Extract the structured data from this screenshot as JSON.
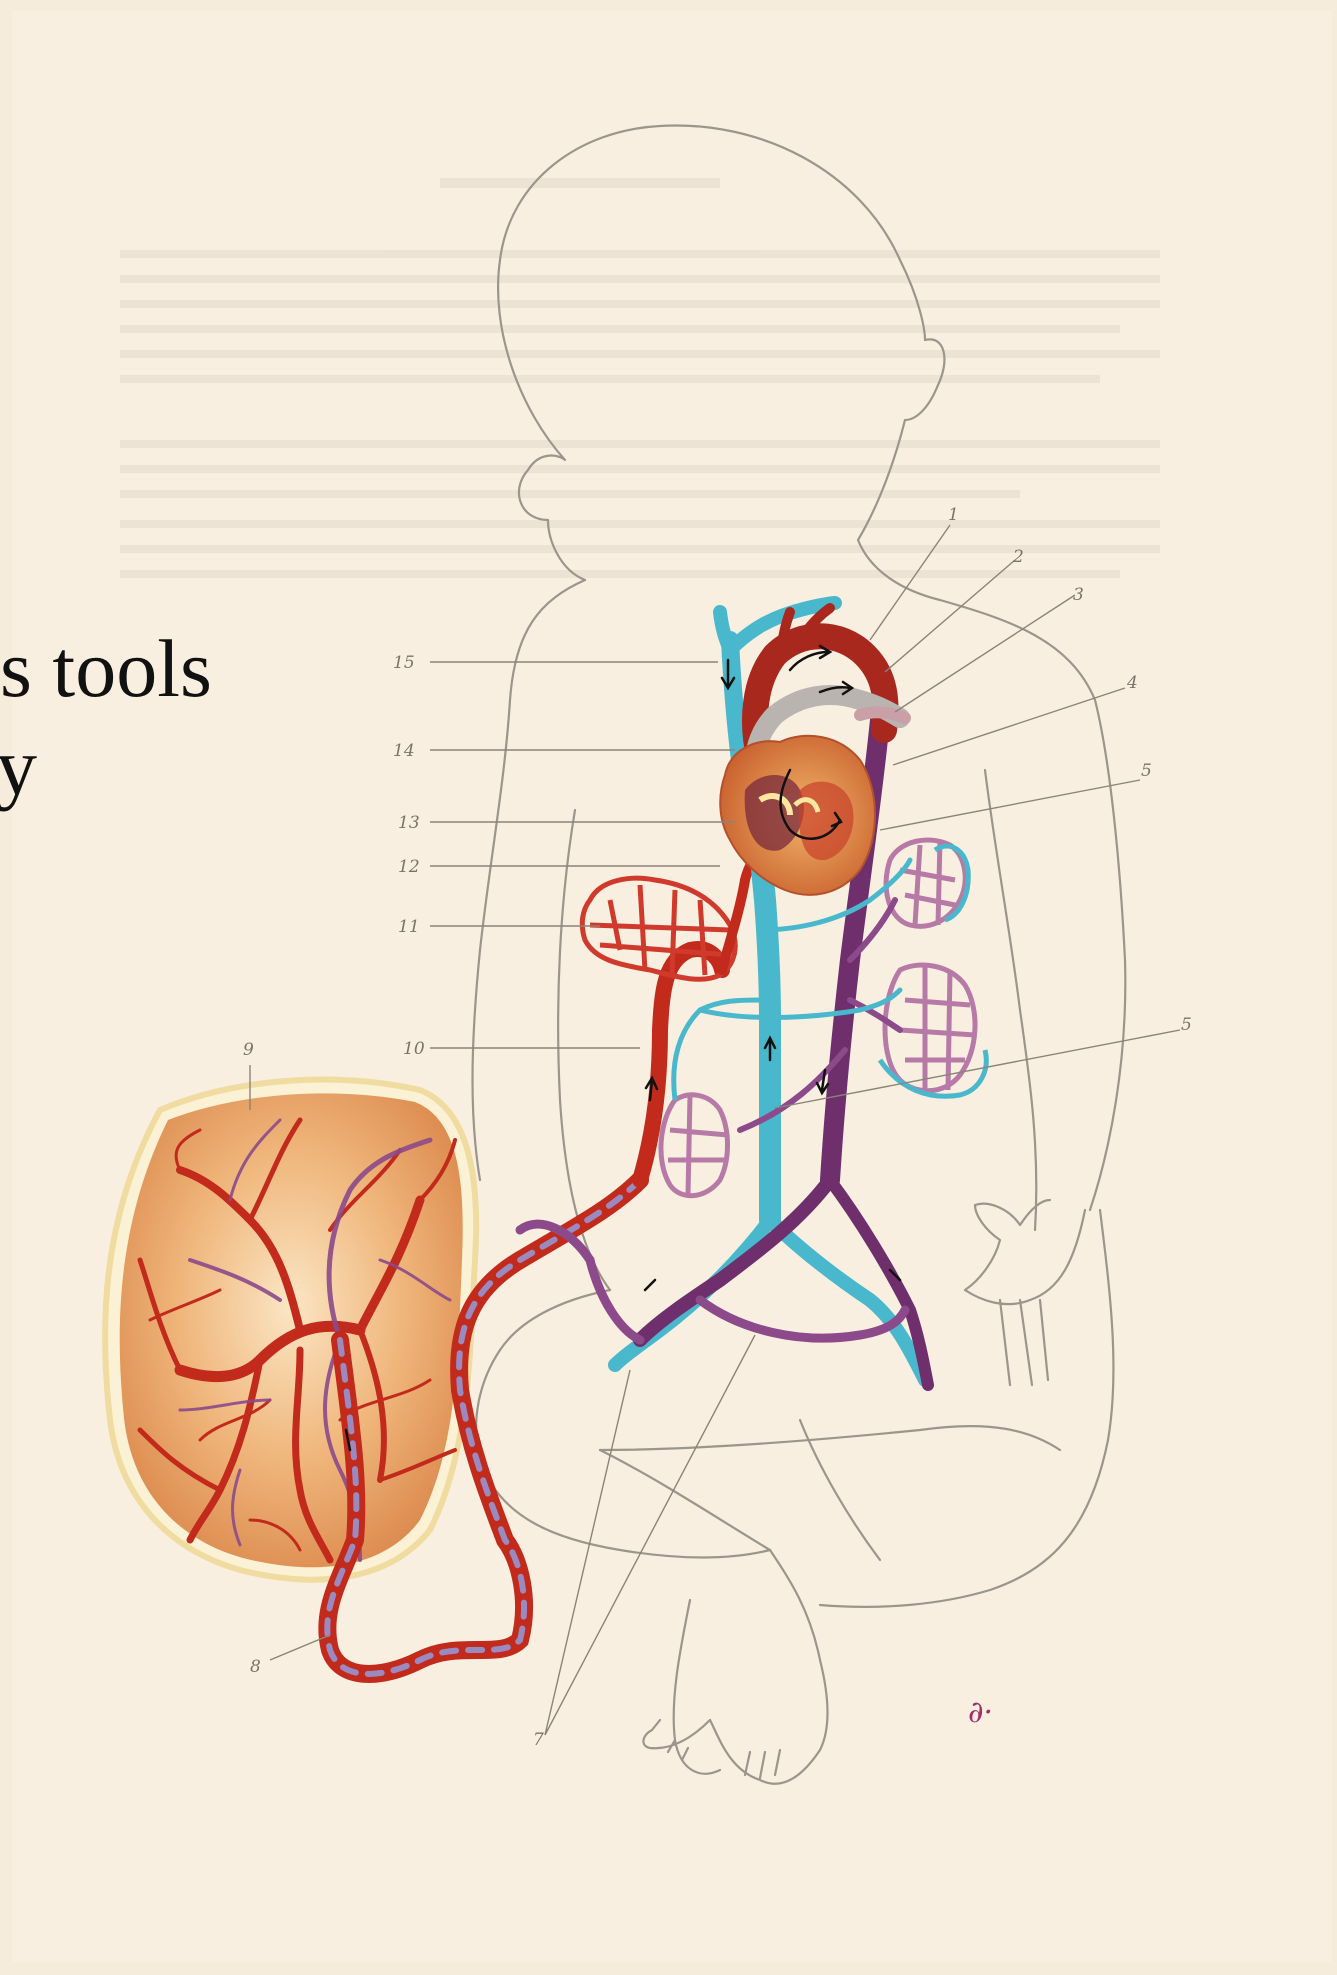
{
  "overlay": {
    "line1": "s tools",
    "line2": "y"
  },
  "labels": {
    "l1": "1",
    "l2": "2",
    "l3": "3",
    "l4": "4",
    "l5a": "5",
    "l5b": "5",
    "l7": "7",
    "l8": "8",
    "l9": "9",
    "l10": "10",
    "l11": "11",
    "l12": "12",
    "l13": "13",
    "l14": "14",
    "l15": "15"
  },
  "signature": "∂·",
  "colors": {
    "paper": "#f6ecdc",
    "artery": "#cf2a1e",
    "vein_blue": "#4ab8cc",
    "mixed_purple": "#7a3a78",
    "pale_purple": "#b77aa6",
    "aorta_grey": "#b9b4b0",
    "heart": "#d9834a",
    "placenta": "#e8a868",
    "outline": "#9a968c"
  }
}
